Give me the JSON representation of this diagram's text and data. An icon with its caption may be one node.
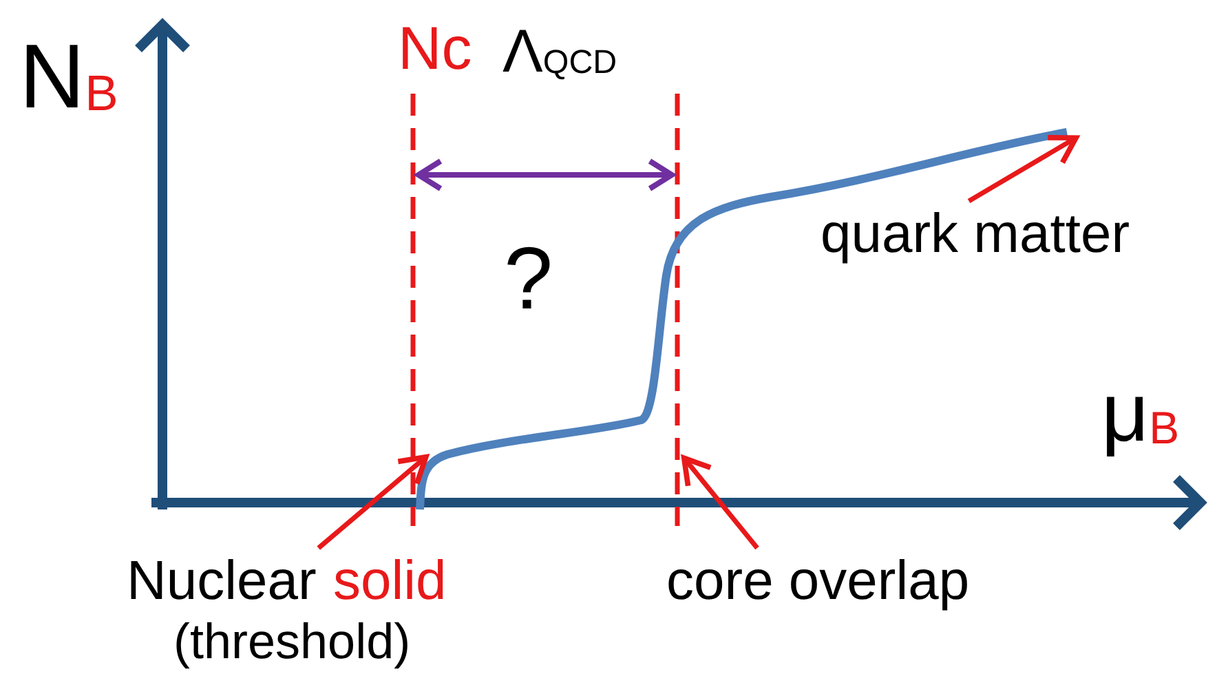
{
  "diagram": {
    "nodes": [
      {
        "text": [
          "quark matter"
        ]
      },
      {
        "text": [
          "Nuclear",
          "solid",
          "(threshold)"
        ]
      },
      {
        "text": [
          "core overlap"
        ]
      },
      {
        "text": [],
        "shape": "line"
      }
    ],
    "edges": [
      {
        "from": 0,
        "to": 3,
        "arrow": "to"
      },
      {
        "from": 1,
        "to": 3,
        "arrow": "to"
      },
      {
        "from": 2,
        "to": 3,
        "arrow": "to"
      }
    ],
    "labels": [
      "N$_{B}$",
      "Nc",
      "Λ$_{QCD}$",
      "?",
      "μ$_{B}$"
    ]
  }
}
